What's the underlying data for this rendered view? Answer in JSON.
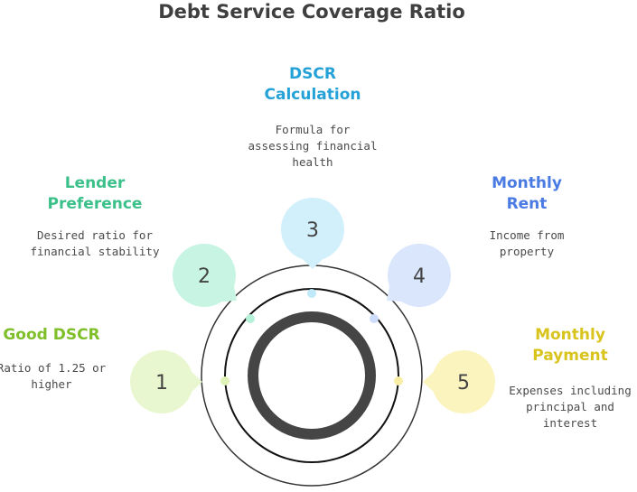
{
  "title": "Debt Service Coverage Ratio",
  "steps": [
    {
      "number": "1",
      "heading": [
        "Good DSCR"
      ],
      "description": [
        "Ratio of 1.25 or",
        "higher"
      ],
      "color": "#7fbf2a",
      "bubble_color": "#e9f7d0",
      "dot_color": "#dff2b8"
    },
    {
      "number": "2",
      "heading": [
        "Lender",
        "Preference"
      ],
      "description": [
        "Desired ratio for",
        "financial stability"
      ],
      "color": "#3cc08a",
      "bubble_color": "#c8f5e3",
      "dot_color": "#b5f0d8"
    },
    {
      "number": "3",
      "heading": [
        "DSCR",
        "Calculation"
      ],
      "description": [
        "Formula for",
        "assessing financial",
        "health"
      ],
      "color": "#24a2d8",
      "bubble_color": "#d2f0fb",
      "dot_color": "#bfe9f8"
    },
    {
      "number": "4",
      "heading": [
        "Monthly",
        "Rent"
      ],
      "description": [
        "Income from",
        "property"
      ],
      "color": "#4a7be3",
      "bubble_color": "#dae6fc",
      "dot_color": "#cddcfa"
    },
    {
      "number": "5",
      "heading": [
        "Monthly",
        "Payment"
      ],
      "description": [
        "Expenses including",
        "principal and",
        "interest"
      ],
      "color": "#d9c41e",
      "bubble_color": "#fbf4bf",
      "dot_color": "#f8eea6"
    }
  ]
}
